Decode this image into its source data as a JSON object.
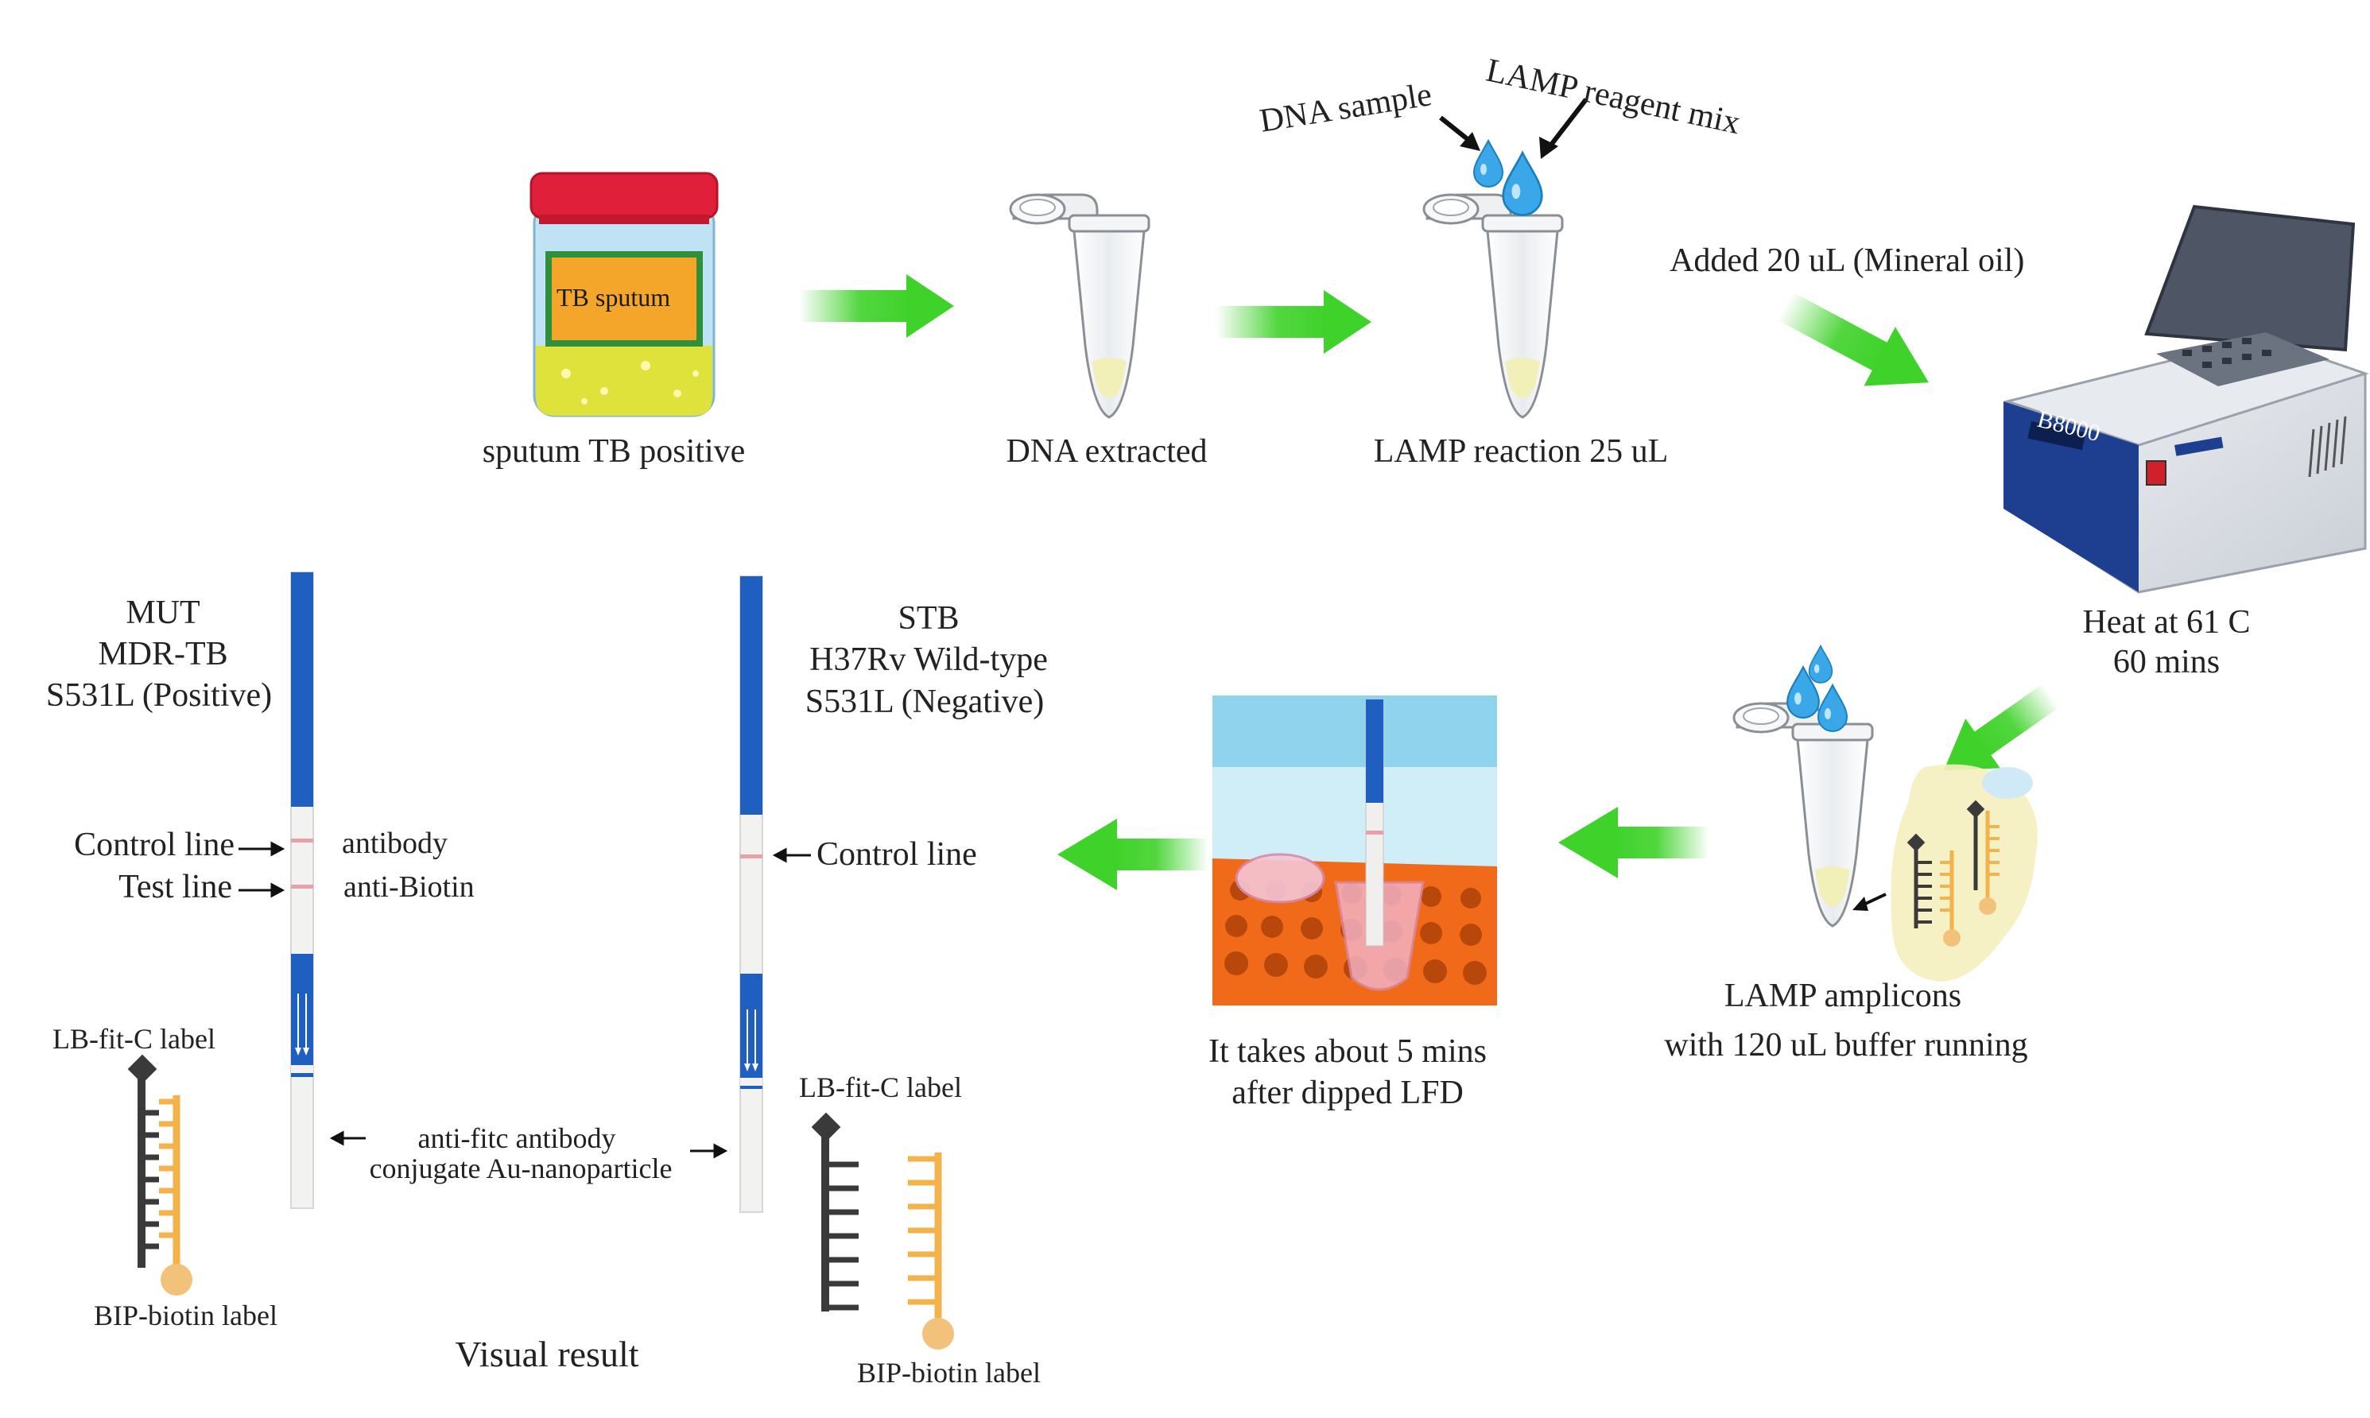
{
  "labels": {
    "sputum_jar": "TB sputum",
    "sputum_caption": "sputum TB positive",
    "dna_caption": "DNA extracted",
    "lamp_caption": "LAMP reaction 25 uL",
    "dna_sample": "DNA sample",
    "lamp_mix": "LAMP reagent mix",
    "mineral_oil": "Added 20 uL (Mineral oil)",
    "heat_line1": "Heat at 61 C",
    "heat_line2": "60 mins",
    "amplicons_line1": "LAMP amplicons",
    "amplicons_line2": "with 120 uL buffer running",
    "dip_line1": "It takes about 5 mins",
    "dip_line2": "after dipped LFD",
    "mut_line1": "MUT",
    "mut_line2": "MDR-TB",
    "mut_line3": "S531L (Positive)",
    "stb_line1": "STB",
    "stb_line2": "H37Rv Wild-type",
    "stb_line3": "S531L (Negative)",
    "control_line": "Control line",
    "test_line": "Test line",
    "antibody": "antibody",
    "anti_biotin": "anti-Biotin",
    "control_line_right": "Control line",
    "conjugate_line1": "anti-fitc antibody",
    "conjugate_line2": "conjugate Au-nanoparticle",
    "lb_label_left": "LB-fit-C label",
    "bip_label_left": "BIP-biotin label",
    "lb_label_right": "LB-fit-C label",
    "bip_label_right": "BIP-biotin label",
    "visual_result": "Visual result",
    "machine_display": "B8000"
  },
  "colors": {
    "arrow_green": "#3fd22a",
    "jar_lid": "#e0203a",
    "jar_label_bg": "#f4a62a",
    "jar_label_border": "#2f8f3a",
    "sputum_yellow": "#dfe23a",
    "strip_blue": "#1f5fbf",
    "control_line_pink": "#e8a0a8",
    "probe_orange": "#f3b24a",
    "probe_dark": "#3a3a3a",
    "biotin_bead": "#f2c27a",
    "rack_orange": "#f06a1a",
    "drop_blue": "#3aa8e8"
  },
  "icons": [
    "sputum-jar-icon",
    "tube-icon",
    "water-drop-icon",
    "heat-block-icon",
    "lfd-strip-icon",
    "probe-icon",
    "photo-dipped-lfd"
  ]
}
